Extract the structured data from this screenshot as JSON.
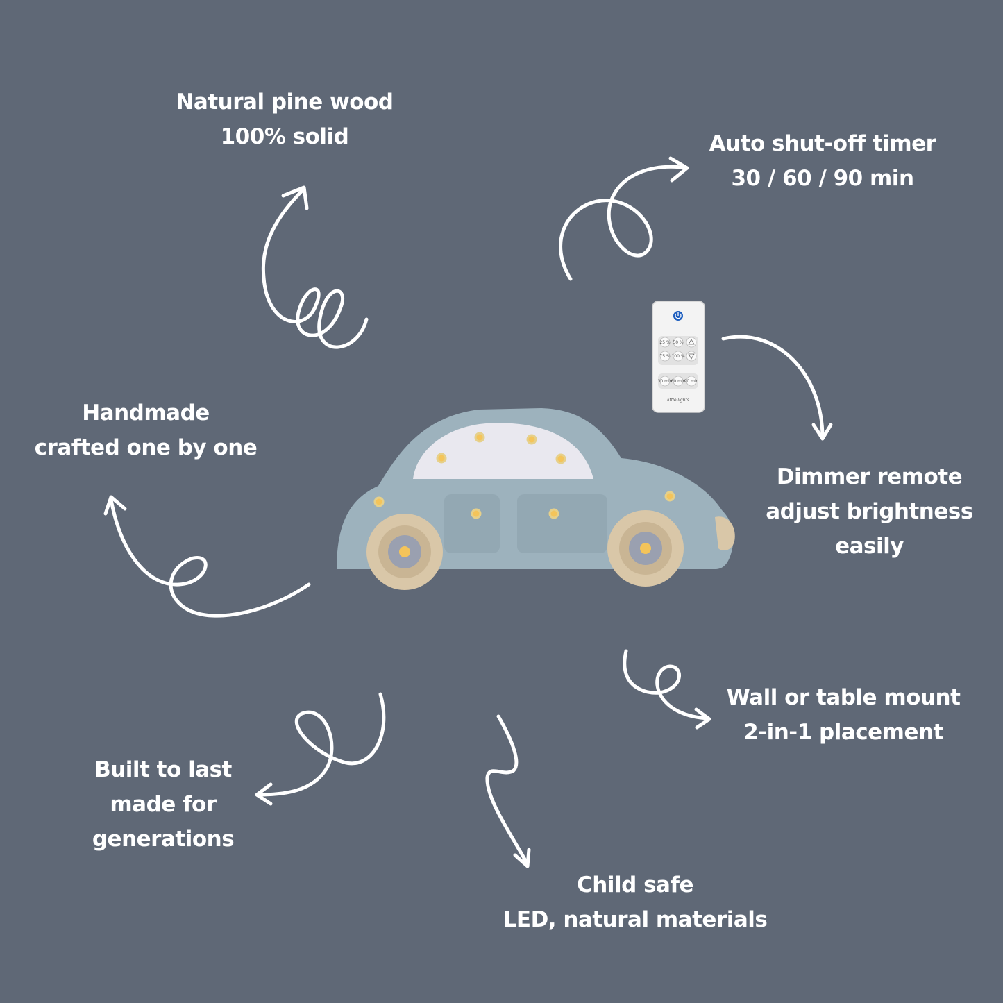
{
  "features": {
    "wood": {
      "line1": "Natural pine wood",
      "line2": "100% solid"
    },
    "timer": {
      "line1": "Auto shut-off timer",
      "line2": "30 / 60 / 90 min"
    },
    "handmade": {
      "line1": "Handmade",
      "line2": "crafted one by one"
    },
    "dimmer": {
      "line1": "Dimmer remote",
      "line2": "adjust brightness",
      "line3": "easily"
    },
    "mount": {
      "line1": "Wall or table mount",
      "line2": "2-in-1 placement"
    },
    "built": {
      "line1": "Built to last",
      "line2": "made for",
      "line3": "generations"
    },
    "safe": {
      "line1": "Child safe",
      "line2": "LED, natural materials"
    }
  },
  "remote": {
    "buttons_row1": [
      "25 %",
      "50 %"
    ],
    "buttons_row2": [
      "75 %",
      "100 %"
    ],
    "buttons_row3": [
      "30 min",
      "60 min",
      "90 min"
    ],
    "brand": "little lights"
  },
  "colors": {
    "background": "#5f6876",
    "text": "#ffffff",
    "car_body": "#9db2bd",
    "window": "#e9e8ef",
    "wood": "#d9c7a8",
    "bulb": "#f4c45a",
    "power_button": "#1f5fbf"
  },
  "icons": [
    "power-icon",
    "triangle-up-icon",
    "triangle-down-icon"
  ]
}
